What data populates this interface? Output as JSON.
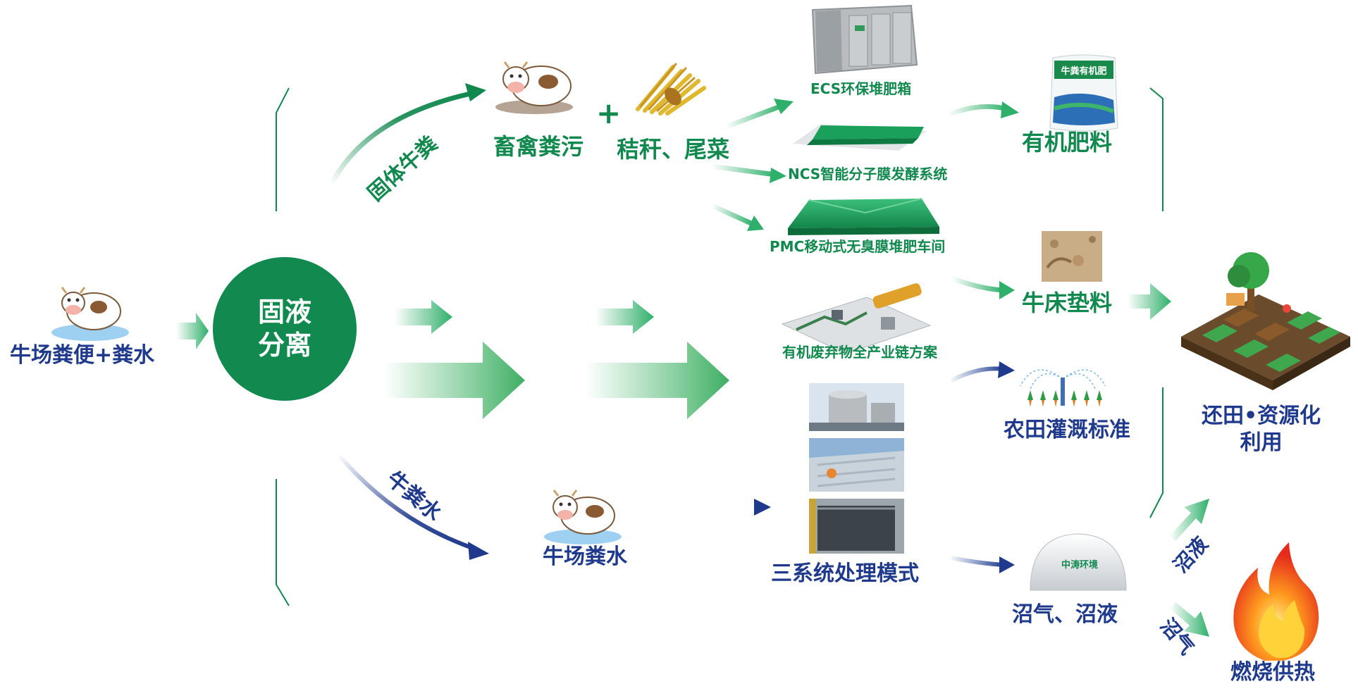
{
  "source": "牛场粪便+粪水",
  "core": {
    "line1": "固液",
    "line2": "分离"
  },
  "branches": {
    "solid": "固体牛粪",
    "liquid": "牛粪水"
  },
  "solid_inputs": {
    "manure": "畜禽粪污",
    "plus": "+",
    "straw": "秸秆、尾菜"
  },
  "processes": {
    "ecs": "ECS环保堆肥箱",
    "ncs": "NCS智能分子膜发酵系统",
    "pmc": "PMC移动式无臭膜堆肥车间",
    "chain": "有机废弃物全产业链方案",
    "three": "三系统处理模式"
  },
  "liquid_input": "牛场粪水",
  "products": {
    "fertilizer": "有机肥料",
    "bedding": "牛床垫料",
    "irrigation": "农田灌溉标准",
    "biogas": "沼气、沼液"
  },
  "outcomes": {
    "reuse_line1": "还田•资源化",
    "reuse_line2": "利用",
    "heat": "燃烧供热",
    "slurry": "沼液",
    "gas": "沼气"
  },
  "bag_text": "牛粪有机肥",
  "dome_text": "中涛环境",
  "colors": {
    "green": "#11884e",
    "navy": "#1f3a8c",
    "core": "#11894f"
  }
}
